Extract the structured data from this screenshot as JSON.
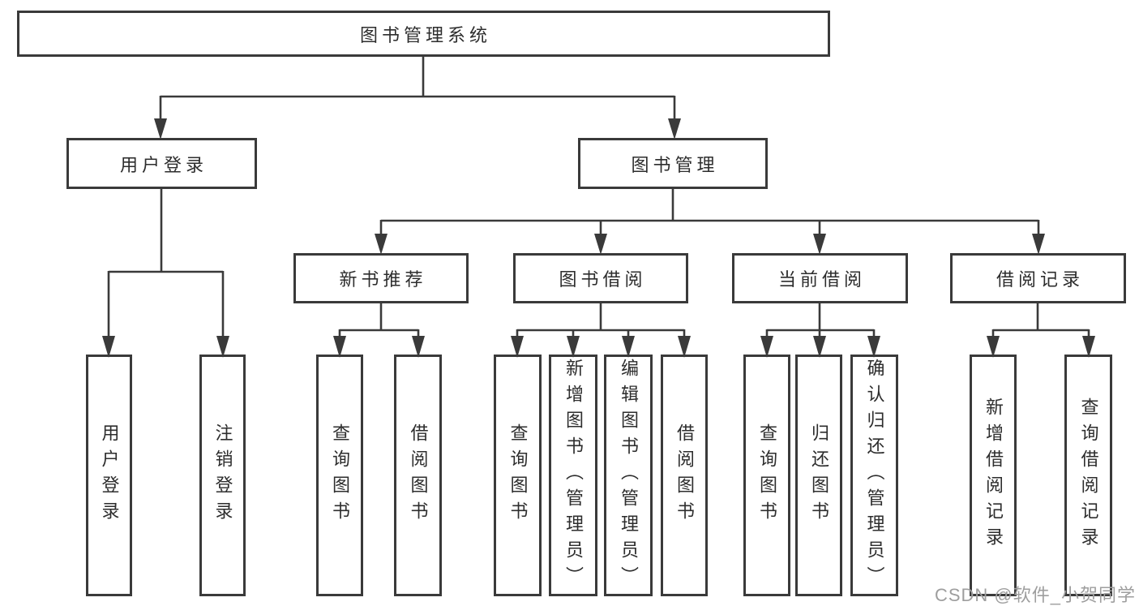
{
  "diagram": {
    "root": {
      "label": "图书管理系统"
    },
    "level2": [
      {
        "id": "user-login",
        "label": "用户登录"
      },
      {
        "id": "book-management",
        "label": "图书管理"
      }
    ],
    "level3": [
      {
        "id": "new-book-recommend",
        "label": "新书推荐"
      },
      {
        "id": "book-borrow",
        "label": "图书借阅"
      },
      {
        "id": "current-borrow",
        "label": "当前借阅"
      },
      {
        "id": "borrow-records",
        "label": "借阅记录"
      }
    ],
    "leaves": {
      "user_login": [
        "用户登录",
        "注销登录"
      ],
      "new_book_recommend": [
        "查询图书",
        "借阅图书"
      ],
      "book_borrow": [
        "查询图书",
        "新增图书（管理员）",
        "编辑图书（管理员）",
        "借阅图书"
      ],
      "current_borrow": [
        "查询图书",
        "归还图书",
        "确认归还（管理员）"
      ],
      "borrow_records": [
        "新增借阅记录",
        "查询借阅记录"
      ]
    }
  },
  "watermark": {
    "text": "CSDN @软件_小贺同学"
  },
  "colors": {
    "line": "#3a3a3a",
    "box_border": "#3a3a3a",
    "text": "#2d2d2d",
    "watermark": "#9e9e9e",
    "background": "#ffffff"
  }
}
